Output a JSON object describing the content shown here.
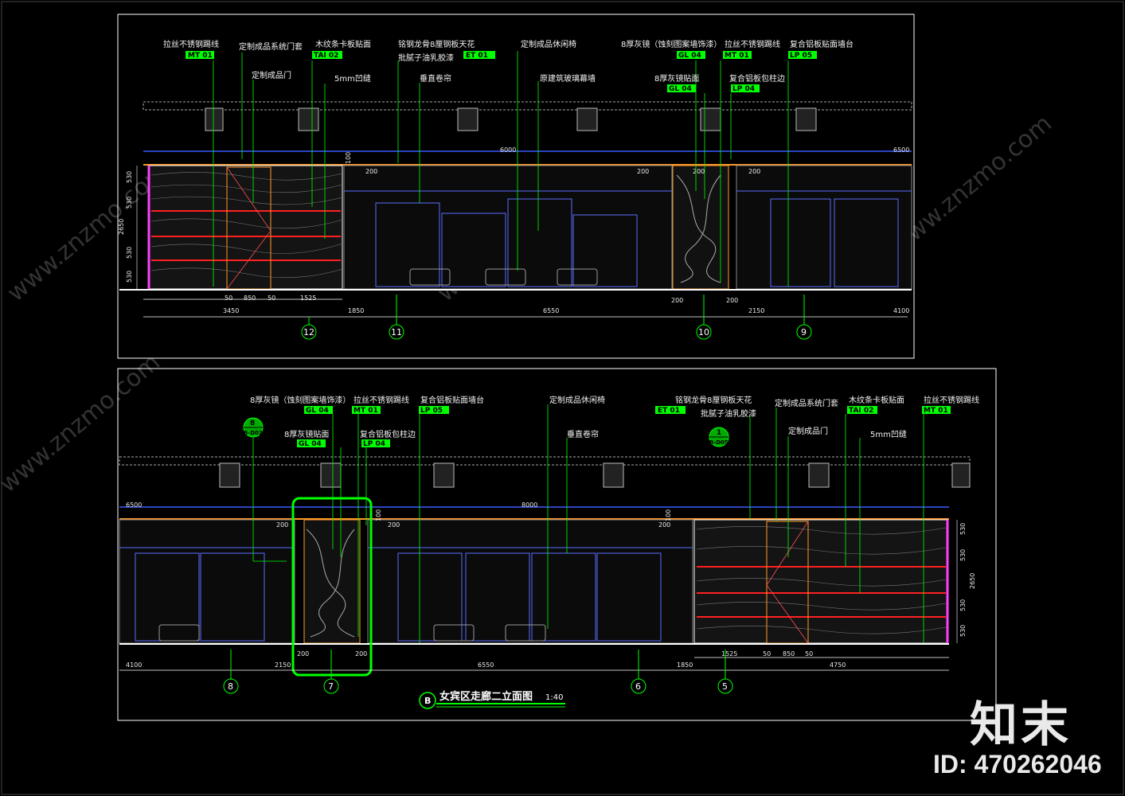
{
  "colors": {
    "background": "#000000",
    "frame": "#ffffff",
    "leader": "#00ff00",
    "wood_stripe": "#ff2020",
    "glass": "#5a6cff",
    "highlight": "#00ff00"
  },
  "top_elevation": {
    "labels": [
      {
        "text": "拉丝不锈钢踢线",
        "code": "MT 01"
      },
      {
        "text": "定制成品系统门套",
        "code": ""
      },
      {
        "text": "定制成品门",
        "code": ""
      },
      {
        "text": "木纹条卡板贴面",
        "code": "TAI 02"
      },
      {
        "text": "5mm凹缝",
        "code": ""
      },
      {
        "text": "铭钢龙骨8厘钢板天花",
        "code": "ET 01"
      },
      {
        "text": "批腻子油乳胶漆",
        "code": ""
      },
      {
        "text": "垂直卷帘",
        "code": ""
      },
      {
        "text": "定制成品休闲椅",
        "code": ""
      },
      {
        "text": "原建筑玻璃幕墙",
        "code": ""
      },
      {
        "text": "8厚灰镜（蚀刻图案墙饰漆）",
        "code": "GL 04"
      },
      {
        "text": "8厚灰镜贴面",
        "code": "GL 04"
      },
      {
        "text": "拉丝不锈钢踢线",
        "code": "MT 01"
      },
      {
        "text": "复合铝板包柱边",
        "code": "LP 04"
      },
      {
        "text": "复合铝板贴面墙台",
        "code": "LP 05"
      }
    ],
    "dims_top": [
      "6000",
      "6500",
      "100",
      "200",
      "200",
      "200",
      "200"
    ],
    "dims_side": [
      "530",
      "530",
      "530",
      "530",
      "2650"
    ],
    "dims_bottom": [
      "50",
      "850",
      "50",
      "1525",
      "3450",
      "1850",
      "6550",
      "200",
      "200",
      "2150",
      "4100"
    ],
    "axes": [
      "12",
      "11",
      "10",
      "9"
    ]
  },
  "bottom_elevation": {
    "labels": [
      {
        "text": "8厚灰镜（蚀刻图案墙饰漆）",
        "code": "GL 04"
      },
      {
        "text": "8厚灰镜贴面",
        "code": "GL 04"
      },
      {
        "text": "拉丝不锈钢踢线",
        "code": "MT 01"
      },
      {
        "text": "复合铝板贴面墙台",
        "code": "LP 05"
      },
      {
        "text": "复合铝板包柱边",
        "code": "LP 04"
      },
      {
        "text": "定制成品休闲椅",
        "code": ""
      },
      {
        "text": "垂直卷帘",
        "code": ""
      },
      {
        "text": "铭钢龙骨8厘钢板天花",
        "code": "ET 01"
      },
      {
        "text": "批腻子油乳胶漆",
        "code": ""
      },
      {
        "text": "定制成品系统门套",
        "code": ""
      },
      {
        "text": "定制成品门",
        "code": ""
      },
      {
        "text": "木纹条卡板贴面",
        "code": "TAI 02"
      },
      {
        "text": "5mm凹缝",
        "code": ""
      },
      {
        "text": "拉丝不锈钢踢线",
        "code": "MT 01"
      }
    ],
    "detail_refs": [
      {
        "top": "8",
        "bottom": "B-D02"
      },
      {
        "top": "1",
        "bottom": "B-D05"
      }
    ],
    "dims_top": [
      "6500",
      "8000",
      "200",
      "200",
      "100",
      "100",
      "200"
    ],
    "dims_side": [
      "530",
      "530",
      "530",
      "530",
      "2650"
    ],
    "dims_bottom": [
      "4100",
      "2150",
      "200",
      "200",
      "6550",
      "1850",
      "1525",
      "50",
      "850",
      "50",
      "4750"
    ],
    "axes": [
      "8",
      "7",
      "6",
      "5"
    ],
    "title": "女宾区走廊二立面图",
    "title_tag": "B",
    "scale": "1:40"
  },
  "watermark": {
    "brand": "知末",
    "id": "ID: 470262046",
    "site": "www.znzmo.com"
  }
}
